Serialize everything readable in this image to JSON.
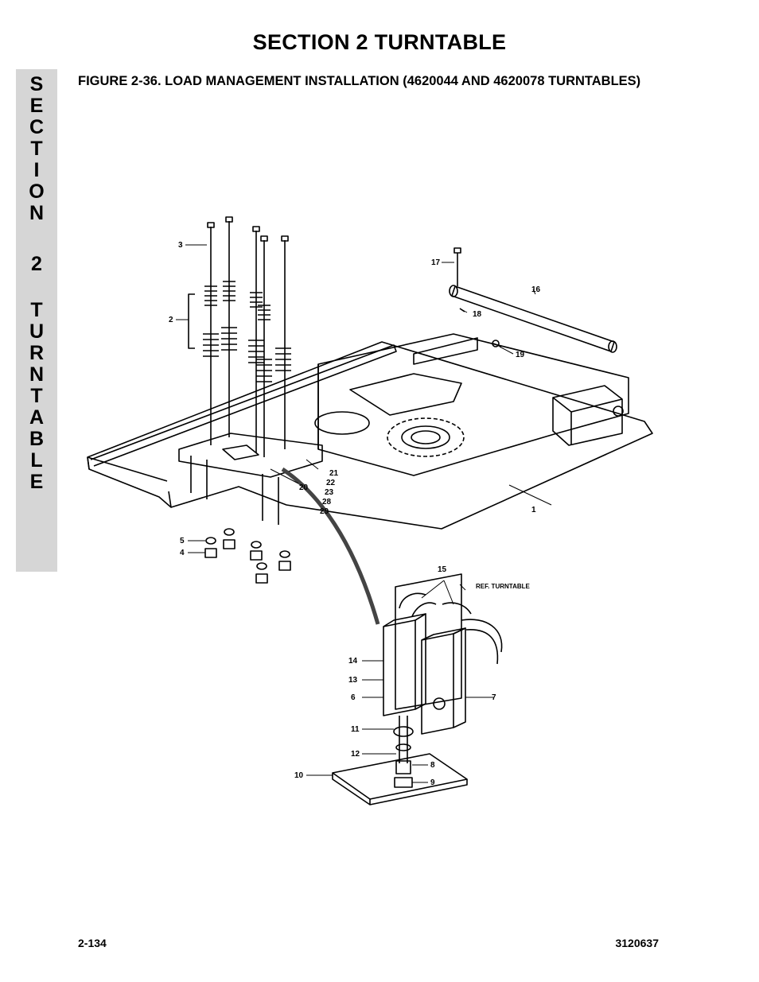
{
  "header": {
    "section_title": "SECTION 2  TURNTABLE"
  },
  "side_tab": {
    "letters": [
      "S",
      "E",
      "C",
      "T",
      "I",
      "O",
      "N",
      "",
      "2",
      "",
      "T",
      "U",
      "R",
      "N",
      "T",
      "A",
      "B",
      "L",
      "E"
    ]
  },
  "figure": {
    "caption": "FIGURE 2-36.  LOAD MANAGEMENT INSTALLATION (4620044 AND 4620078 TURNTABLES)",
    "callouts": [
      "1",
      "2",
      "3",
      "4",
      "5",
      "6",
      "7",
      "8",
      "9",
      "10",
      "11",
      "12",
      "13",
      "14",
      "15",
      "16",
      "17",
      "18",
      "19",
      "20",
      "21",
      "22",
      "23",
      "28",
      "29"
    ],
    "ref_note": "REF. TURNTABLE"
  },
  "footer": {
    "page_number": "2-134",
    "doc_number": "3120637"
  }
}
